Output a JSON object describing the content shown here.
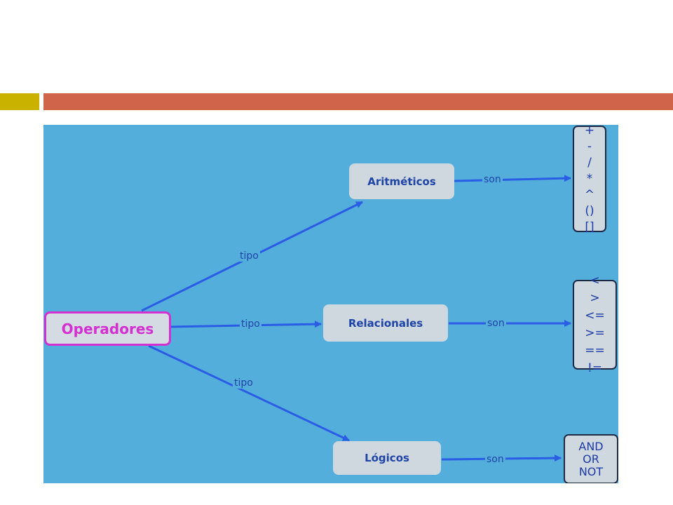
{
  "diagram": {
    "root": "Operadores",
    "branches": [
      {
        "label": "tipo",
        "name": "Aritméticos",
        "relation": "son",
        "values": [
          "+",
          "-",
          "/",
          "*",
          "^",
          "()",
          "[]"
        ]
      },
      {
        "label": "tipo",
        "name": "Relacionales",
        "relation": "son",
        "values": [
          "<",
          ">",
          "<=",
          ">=",
          "==",
          "!="
        ]
      },
      {
        "label": "tipo",
        "name": "Lógicos",
        "relation": "son",
        "values": [
          "AND",
          "OR",
          "NOT"
        ]
      }
    ]
  },
  "colors": {
    "accent_left": "#c9b200",
    "accent_right": "#d0644a",
    "canvas": "#54aedb",
    "root_border": "#d42fd0",
    "arrow": "#2a5ce6"
  }
}
